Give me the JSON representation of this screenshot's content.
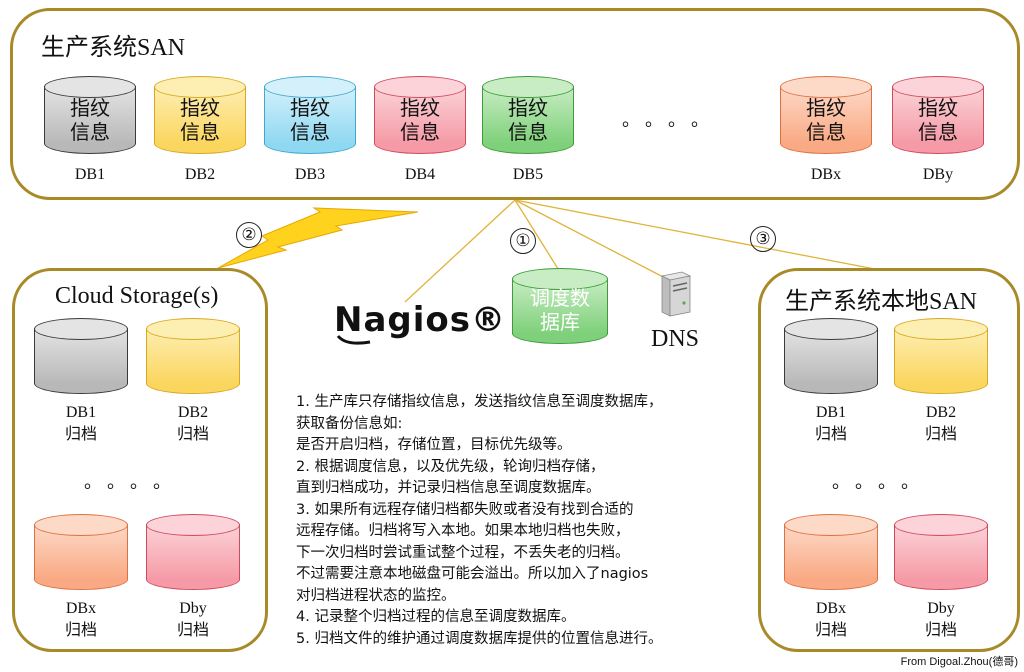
{
  "top_panel": {
    "title": "生产系统SAN",
    "cylinder_text": [
      "指纹",
      "信息"
    ],
    "dbs": [
      {
        "label": "DB1",
        "color": "gray"
      },
      {
        "label": "DB2",
        "color": "yellow"
      },
      {
        "label": "DB3",
        "color": "cyan"
      },
      {
        "label": "DB4",
        "color": "pink"
      },
      {
        "label": "DB5",
        "color": "green"
      },
      {
        "label": "DBx",
        "color": "orange"
      },
      {
        "label": "DBy",
        "color": "pink"
      }
    ],
    "ellipsis": "。。。。"
  },
  "cloud_panel": {
    "title": "Cloud Storage(s)",
    "items": [
      {
        "name": "DB1",
        "sub": "归档",
        "color": "gray"
      },
      {
        "name": "DB2",
        "sub": "归档",
        "color": "yellow"
      },
      {
        "name": "DBx",
        "sub": "归档",
        "color": "orange"
      },
      {
        "name": "Dby",
        "sub": "归档",
        "color": "pink"
      }
    ],
    "ellipsis": "。。。。"
  },
  "local_panel": {
    "title": "生产系统本地SAN",
    "items": [
      {
        "name": "DB1",
        "sub": "归档",
        "color": "gray"
      },
      {
        "name": "DB2",
        "sub": "归档",
        "color": "yellow"
      },
      {
        "name": "DBx",
        "sub": "归档",
        "color": "orange"
      },
      {
        "name": "Dby",
        "sub": "归档",
        "color": "pink"
      }
    ],
    "ellipsis": "。。。。"
  },
  "markers": {
    "one": "①",
    "two": "②",
    "three": "③"
  },
  "schedule_db": {
    "line1": "调度数",
    "line2": "据库",
    "color": "green"
  },
  "nagios_logo": "Nagios®",
  "dns_label": "DNS",
  "notes": [
    "1. 生产库只存储指纹信息，发送指纹信息至调度数据库，",
    "    获取备份信息如:",
    "    是否开启归档，存储位置，目标优先级等。",
    "2. 根据调度信息，以及优先级，轮询归档存储，",
    "    直到归档成功，并记录归档信息至调度数据库。",
    "3. 如果所有远程存储归档都失败或者没有找到合适的",
    "    远程存储。归档将写入本地。如果本地归档也失败，",
    "    下一次归档时尝试重试整个过程，不丢失老的归档。",
    "     不过需要注意本地磁盘可能会溢出。所以加入了nagios",
    "     对归档进程状态的监控。",
    "4. 记录整个归档过程的信息至调度数据库。",
    "5. 归档文件的维护通过调度数据库提供的位置信息进行。"
  ],
  "credit": "From Digoal.Zhou(德哥)",
  "palette": {
    "gray": {
      "body": "#b8b8b8",
      "top": "#e4e4e4",
      "edge": "#3a3a3a"
    },
    "yellow": {
      "body": "#fbd65e",
      "top": "#fdeeb2",
      "edge": "#d8a820"
    },
    "cyan": {
      "body": "#8fd8f2",
      "top": "#d4f1fb",
      "edge": "#40a8cc"
    },
    "pink": {
      "body": "#f59aa6",
      "top": "#fbd3d8",
      "edge": "#d04a5c"
    },
    "green": {
      "body": "#7ed07a",
      "top": "#c8edc4",
      "edge": "#3e9a3a"
    },
    "orange": {
      "body": "#f9a983",
      "top": "#fdd9c8",
      "edge": "#e07040"
    },
    "panel_border": "#a88a28",
    "bolt": "#ffd21e"
  }
}
